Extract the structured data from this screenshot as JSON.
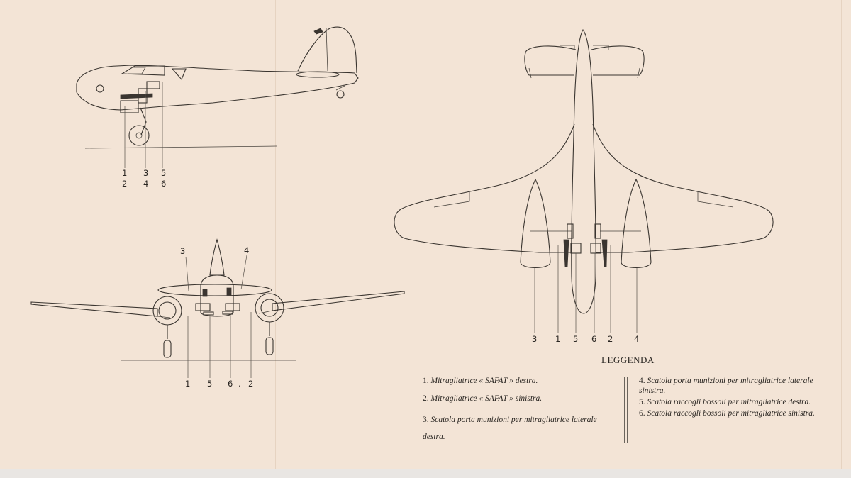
{
  "side_view": {
    "labels": [
      "1",
      "2",
      "3",
      "4",
      "5",
      "6"
    ]
  },
  "front_view": {
    "labels": [
      "3",
      "4",
      "1",
      "5",
      "6",
      ".",
      "2"
    ]
  },
  "top_view": {
    "labels": [
      "3",
      "1",
      "5",
      "6",
      "2",
      "4"
    ]
  },
  "legend": {
    "title": "LEGGENDA",
    "items": [
      {
        "num": "1.",
        "text": "Mitragliatrice « SAFAT » destra."
      },
      {
        "num": "2.",
        "text": "Mitragliatrice « SAFAT » sinistra."
      },
      {
        "num": "3.",
        "text": "Scatola porta munizioni per mitragliatrice laterale destra."
      },
      {
        "num": "4.",
        "text": "Scatola porta munizioni per mitragliatrice laterale sinistra."
      },
      {
        "num": "5.",
        "text": "Scatola raccogli bossoli per mitragliatrice destra."
      },
      {
        "num": "6.",
        "text": "Scatola raccogli bossoli per mitragliatrice sinistra."
      }
    ]
  }
}
